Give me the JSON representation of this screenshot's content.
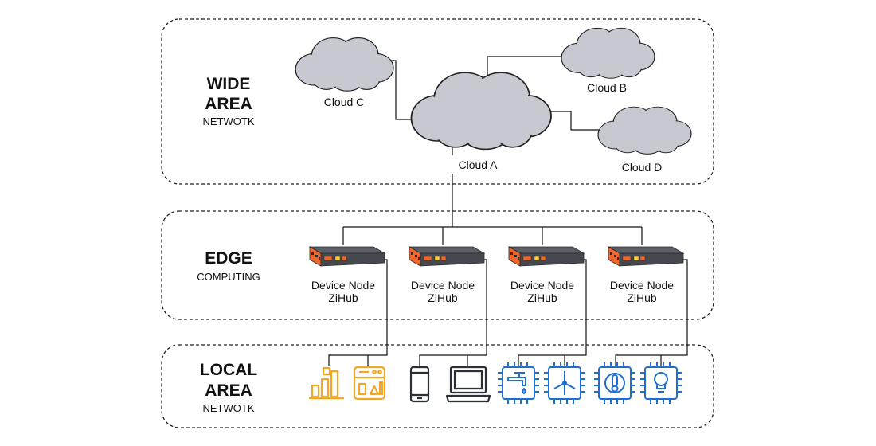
{
  "zones": {
    "wide": {
      "title": [
        "WIDE",
        "AREA"
      ],
      "subtitle": "NETWOTK"
    },
    "edge": {
      "title": [
        "EDGE"
      ],
      "subtitle": "COMPUTING"
    },
    "local": {
      "title": [
        "LOCAL",
        "AREA"
      ],
      "subtitle": "NETWOTK"
    }
  },
  "clouds": {
    "a": "Cloud A",
    "b": "Cloud B",
    "c": "Cloud C",
    "d": "Cloud D"
  },
  "devices": [
    {
      "line1": "Device Node",
      "line2": "ZiHub"
    },
    {
      "line1": "Device Node",
      "line2": "ZiHub"
    },
    {
      "line1": "Device Node",
      "line2": "ZiHub"
    },
    {
      "line1": "Device Node",
      "line2": "ZiHub"
    }
  ],
  "icons": [
    {
      "name": "bar-chart-icon",
      "color": "#f5a623"
    },
    {
      "name": "dashboard-panel-icon",
      "color": "#f5a623"
    },
    {
      "name": "smartphone-icon",
      "color": "#2a2f38"
    },
    {
      "name": "laptop-icon",
      "color": "#2a2f38"
    },
    {
      "name": "water-tap-chip-icon",
      "color": "#1f6fd1"
    },
    {
      "name": "wind-turbine-chip-icon",
      "color": "#1f6fd1"
    },
    {
      "name": "thermometer-chip-icon",
      "color": "#1f6fd1"
    },
    {
      "name": "light-bulb-chip-icon",
      "color": "#1f6fd1"
    }
  ],
  "colors": {
    "device_orange": "#f0662b",
    "device_body": "#4a4d53",
    "cloud_fill": "#c6c9d0"
  }
}
